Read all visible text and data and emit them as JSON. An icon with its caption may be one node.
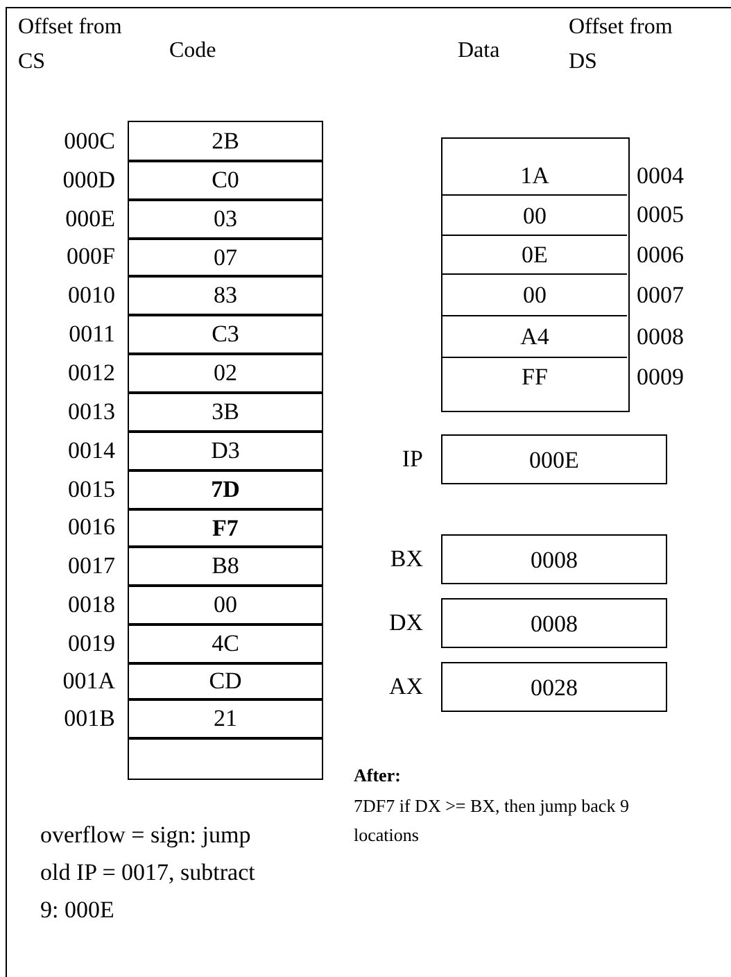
{
  "diagram": {
    "nodes": [
      {
        "text": [
          "2B"
        ],
        "beside": [
          "000C"
        ]
      },
      {
        "text": [
          "C0"
        ],
        "beside": [
          "000D"
        ]
      },
      {
        "text": [
          "03"
        ],
        "beside": [
          "000E"
        ]
      },
      {
        "text": [
          "07"
        ],
        "beside": [
          "000F"
        ]
      },
      {
        "text": [
          "83"
        ],
        "beside": [
          "0010"
        ]
      },
      {
        "text": [
          "C3"
        ],
        "beside": [
          "0011"
        ]
      },
      {
        "text": [
          "02"
        ],
        "beside": [
          "0012"
        ]
      },
      {
        "text": [
          "3B"
        ],
        "beside": [
          "0013"
        ]
      },
      {
        "text": [
          "D3"
        ],
        "beside": [
          "0014"
        ]
      },
      {
        "text": [
          "**7D**"
        ],
        "beside": [
          "0015"
        ]
      },
      {
        "text": [
          "**F7**"
        ],
        "beside": [
          "0016"
        ]
      },
      {
        "text": [
          "B8"
        ],
        "beside": [
          "0017"
        ]
      },
      {
        "text": [
          "00"
        ],
        "beside": [
          "0018"
        ]
      },
      {
        "text": [
          "4C"
        ],
        "beside": [
          "0019"
        ]
      },
      {
        "text": [
          "CD"
        ],
        "beside": [
          "001A"
        ]
      },
      {
        "text": [
          "21"
        ],
        "beside": [
          "001B"
        ]
      },
      {
        "text": [],
        "shape": "box"
      },
      {
        "text": [],
        "shape": "box"
      },
      {
        "text": [
          "1A"
        ],
        "in": 17
      },
      {
        "text": [
          "00"
        ],
        "in": 17
      },
      {
        "text": [
          "0E"
        ],
        "in": 17
      },
      {
        "text": [
          "00"
        ],
        "in": 17
      },
      {
        "text": [
          "A4"
        ],
        "in": 17
      },
      {
        "text": [
          "FF"
        ],
        "in": 17
      },
      {
        "text": [
          "000E"
        ],
        "beside": [
          "IP"
        ]
      },
      {
        "text": [
          "0008"
        ],
        "beside": [
          "BX"
        ]
      },
      {
        "text": [
          "0008"
        ],
        "beside": [
          "DX"
        ]
      },
      {
        "text": [
          "0028"
        ],
        "beside": [
          "AX"
        ]
      }
    ],
    "edges": [],
    "labels": [
      "Offset from CS",
      "Code",
      "Data",
      "Offset from DS",
      "0004",
      "0005",
      "0006",
      "0007",
      "0008",
      "0009",
      "After:",
      "7DF7 if DX >= BX, then jump back 9 locations",
      "overflow = sign: jump old IP = 0017, subtract 9: 000E"
    ]
  }
}
